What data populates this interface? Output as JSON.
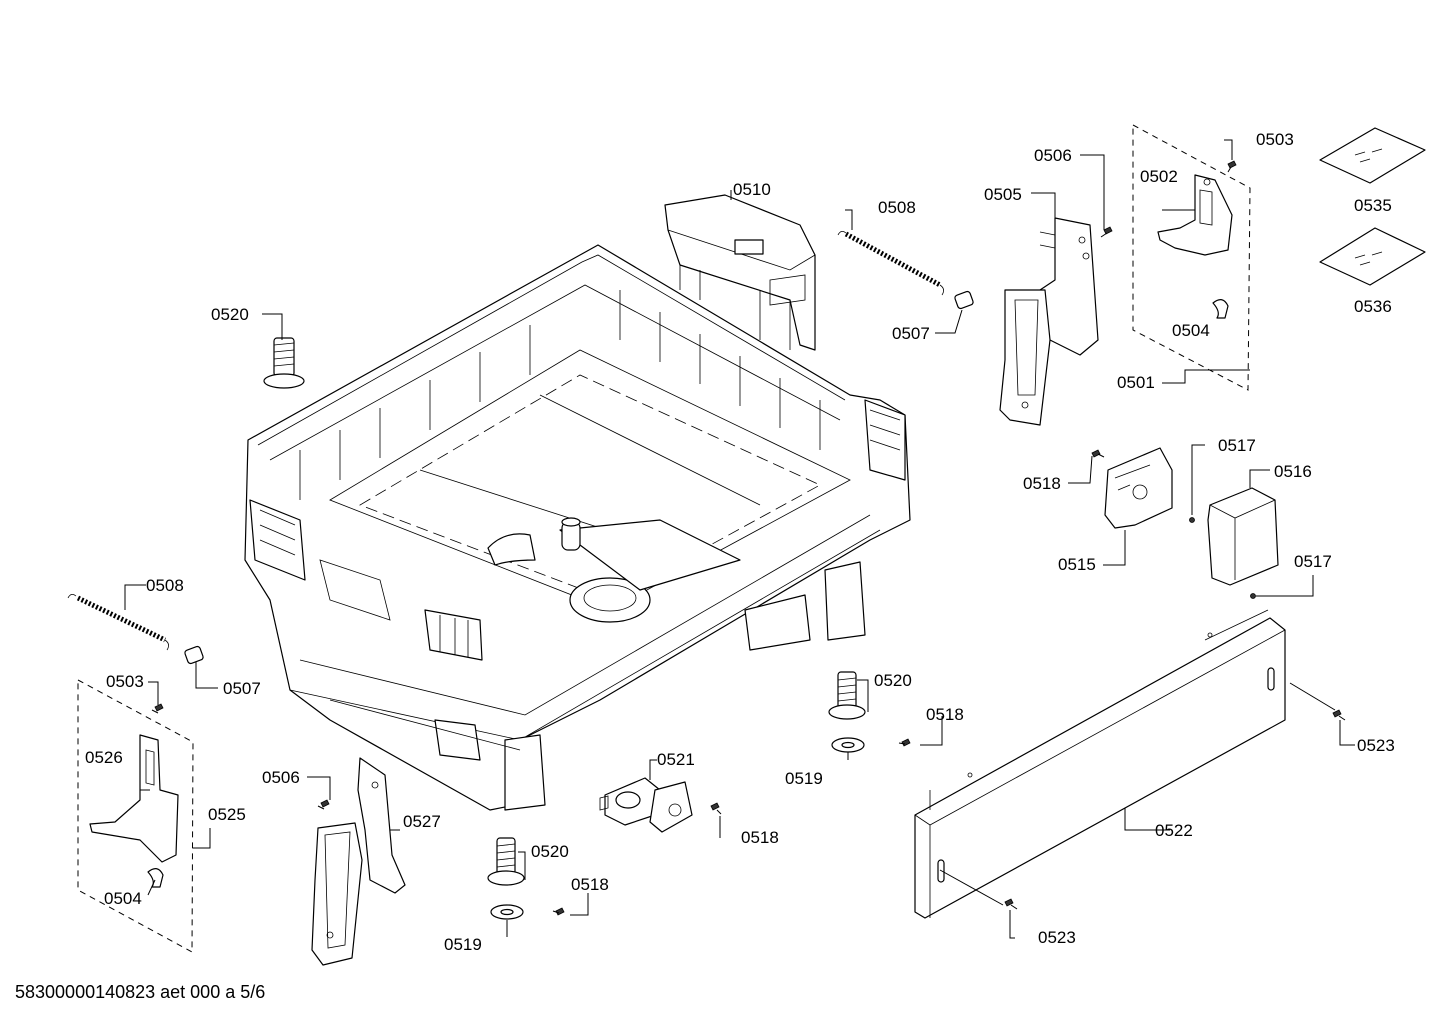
{
  "diagram": {
    "footer_code": "58300000140823 aet 000 a 5/6",
    "labels": {
      "l0501": "0501",
      "l0502": "0502",
      "l0503a": "0503",
      "l0503b": "0503",
      "l0504a": "0504",
      "l0504b": "0504",
      "l0505": "0505",
      "l0506a": "0506",
      "l0506b": "0506",
      "l0507a": "0507",
      "l0507b": "0507",
      "l0508a": "0508",
      "l0508b": "0508",
      "l0510": "0510",
      "l0515": "0515",
      "l0516": "0516",
      "l0517a": "0517",
      "l0517b": "0517",
      "l0518a": "0518",
      "l0518b": "0518",
      "l0518c": "0518",
      "l0518d": "0518",
      "l0519a": "0519",
      "l0519b": "0519",
      "l0520a": "0520",
      "l0520b": "0520",
      "l0520c": "0520",
      "l0521": "0521",
      "l0522": "0522",
      "l0523a": "0523",
      "l0523b": "0523",
      "l0525": "0525",
      "l0526": "0526",
      "l0527": "0527",
      "l0535": "0535",
      "l0536": "0536"
    }
  }
}
